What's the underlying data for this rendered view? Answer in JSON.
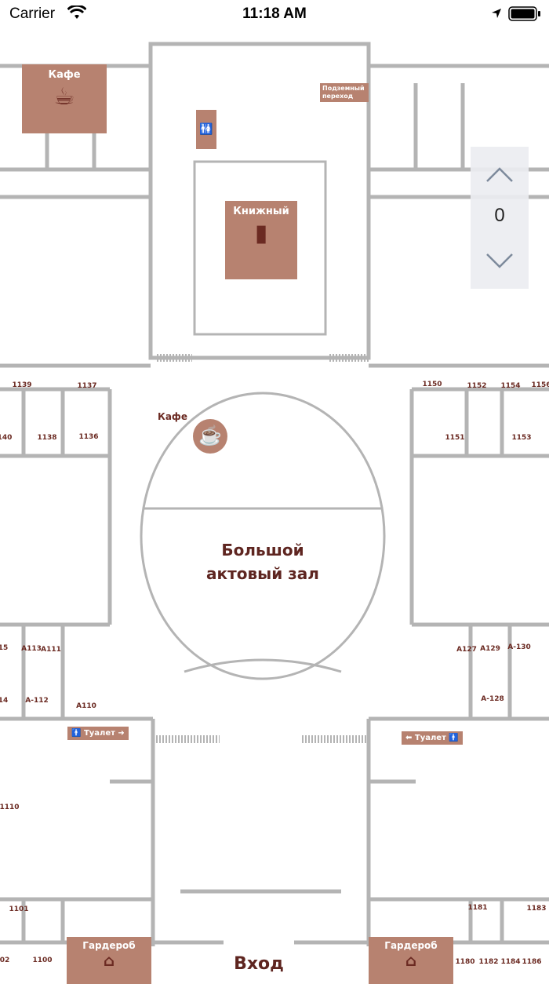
{
  "status_bar": {
    "carrier": "Carrier",
    "time": "11:18 AM",
    "icons": [
      "wifi-icon",
      "location-arrow-icon",
      "battery-icon"
    ]
  },
  "floor_selector": {
    "value": "0",
    "up_icon": "chevron-up-icon",
    "down_icon": "chevron-down-icon"
  },
  "colors": {
    "poi_fill": "#b78270",
    "label_text": "#6b2a22",
    "walls": "#b4b4b4",
    "selector_bg": "#ebedf1"
  },
  "pois": {
    "cafe_top": "Кафе",
    "bookstore": "Книжный",
    "underpass": "Подземный переход",
    "cafe_hall": "Кафе",
    "hall": "Большой актовый зал",
    "toilet_left": "Туалет",
    "toilet_right": "Туалет",
    "wardrobe_left": "Гардероб",
    "wardrobe_right": "Гардероб",
    "entrance": "Вход"
  },
  "rooms": [
    "1139",
    "1137",
    "1150",
    "1152",
    "1154",
    "1156",
    "140",
    "1138",
    "1136",
    "1151",
    "1153",
    "15",
    "А113",
    "А111",
    "А127",
    "А129",
    "А-130",
    "14",
    "А-112",
    "А110",
    "А-128",
    "1110",
    "1101",
    "1181",
    "1183",
    "02",
    "1100",
    "1180",
    "1182",
    "1184",
    "1186"
  ]
}
